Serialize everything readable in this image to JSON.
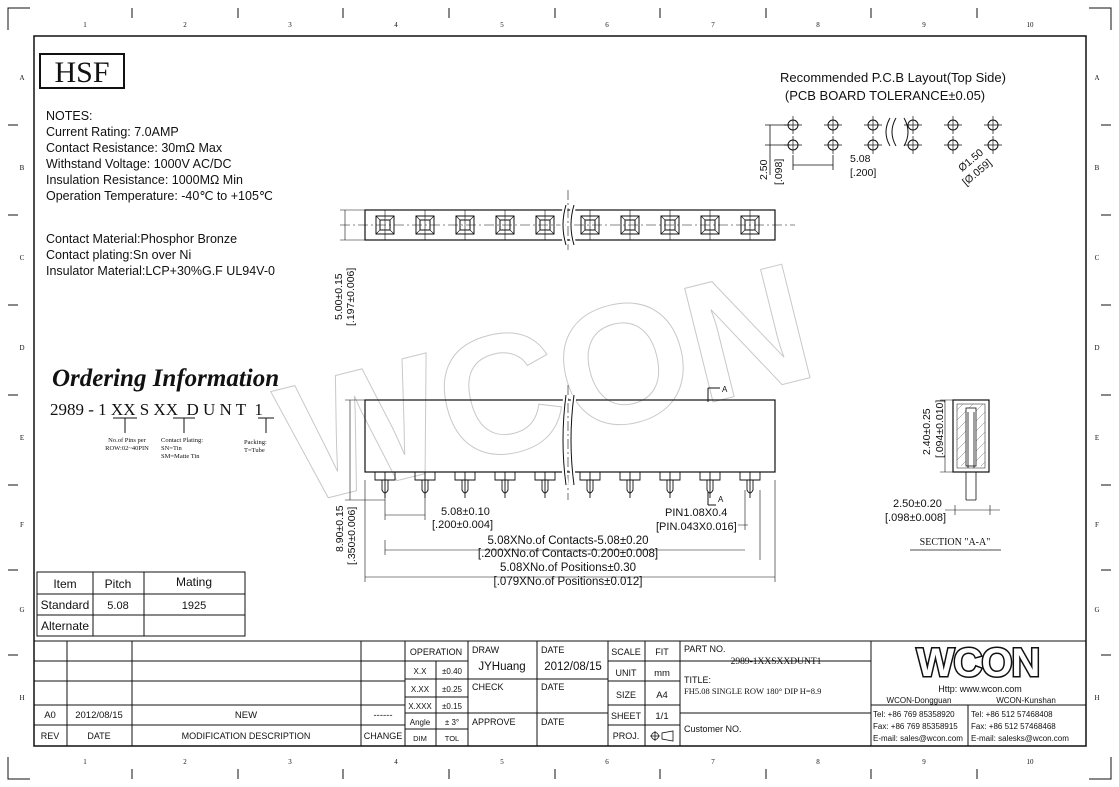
{
  "logo_text": "HSF",
  "notes": {
    "heading": "NOTES:",
    "lines": [
      "Current Rating: 7.0AMP",
      "Contact Resistance: 30mΩ Max",
      "Withstand Voltage: 1000V AC/DC",
      "Insulation Resistance: 1000MΩ Min",
      "Operation Temperature: -40℃ to +105℃"
    ],
    "material_lines": [
      "Contact Material:Phosphor Bronze",
      "Contact plating:Sn over Ni",
      "Insulator Material:LCP+30%G.F UL94V-0"
    ]
  },
  "pcb": {
    "title": "Recommended P.C.B Layout(Top Side)",
    "subtitle": "(PCB BOARD TOLERANCE±0.05)",
    "dim_pitch": "5.08",
    "dim_pitch_in": "[.200]",
    "dim_row": "2.50",
    "dim_row_in": "[.098]",
    "dim_hole": "Ø1.50",
    "dim_hole_in": "[Ø.059]"
  },
  "top_view": {
    "dim_width": "5.00±0.15",
    "dim_width_in": "[.197±0.006]"
  },
  "ordering": {
    "title": "Ordering Information",
    "code": "2989 - 1 XX S XX  D U N T  1",
    "pins_note_1": "No.of Pins per",
    "pins_note_2": "ROW:02~40PIN",
    "plating_note_1": "Contact Plating:",
    "plating_note_2": "SN=Tin",
    "plating_note_3": "SM=Matte Tin",
    "packing_note_1": "Packing:",
    "packing_note_2": "T=Tube"
  },
  "front_view": {
    "section_mark": "A",
    "dim_height": "8.90±0.15",
    "dim_height_in": "[.350±0.006]",
    "dim_pitch": "5.08±0.10",
    "dim_pitch_in": "[.200±0.004]",
    "dim_pin": "PIN1.08X0.4",
    "dim_pin_in": "[PIN.043X0.016]",
    "dim_contacts": "5.08XNo.of Contacts-5.08±0.20",
    "dim_contacts_in": "[.200XNo.of Contacts-0.200±0.008]",
    "dim_positions": "5.08XNo.of Positions±0.30",
    "dim_positions_in": "[.079XNo.of Positions±0.012]"
  },
  "section": {
    "dim_height": "2.40±0.25",
    "dim_height_in": "[.094±0.010]",
    "dim_width": "2.50±0.20",
    "dim_width_in": "[.098±0.008]",
    "label": "SECTION \"A-A\""
  },
  "pitch_table": {
    "headers": [
      "Item",
      "Pitch",
      "Mating"
    ],
    "rows": [
      [
        "Standard",
        "5.08",
        "1925"
      ],
      [
        "Alternate",
        "",
        ""
      ]
    ]
  },
  "title_block": {
    "rev_row": [
      "A0",
      "2012/08/15",
      "NEW",
      "------"
    ],
    "rev_header": [
      "REV",
      "DATE",
      "MODIFICATION DESCRIPTION",
      "CHANGE"
    ],
    "operation": "OPERATION",
    "tol_rows": [
      [
        "X.X",
        "±0.40"
      ],
      [
        "X.XX",
        "±0.25"
      ],
      [
        "X.XXX",
        "±0.15"
      ],
      [
        "Angle",
        "± 3°"
      ]
    ],
    "dim_label": "DIM",
    "tol_label": "TOL",
    "draw": "DRAW",
    "drawer": "JYHuang",
    "date_label": "DATE",
    "draw_date": "2012/08/15",
    "check": "CHECK",
    "approve": "APPROVE",
    "scale": "SCALE",
    "fit": "FIT",
    "unit": "UNIT",
    "unit_val": "mm",
    "size": "SIZE",
    "size_val": "A4",
    "sheet": "SHEET",
    "sheet_val": "1/1",
    "proj": "PROJ.",
    "part_no_label": "PART NO.",
    "part_no": "2989-1XXSXXDUNT1",
    "title_label": "TITLE:",
    "title": "FH5.08 SINGLE ROW 180° DIP H=8.9",
    "customer_no": "Customer NO."
  },
  "company": {
    "logo": "WCON",
    "website": "Http: www.wcon.com",
    "dongguan": [
      "WCON-Dongguan",
      "Tel: +86 769 85358920",
      "Fax: +86 769 85358915",
      "E-mail: sales@wcon.com"
    ],
    "kunshan": [
      "WCON-Kunshan",
      "Tel: +86 512 57468408",
      "Fax: +86 512 57468468",
      "E-mail: salesks@wcon.com"
    ]
  },
  "frame": {
    "col_numbers": [
      "1",
      "2",
      "3",
      "4",
      "5",
      "6",
      "7",
      "8",
      "9",
      "10"
    ],
    "row_letters": [
      "A",
      "B",
      "C",
      "D",
      "E",
      "F",
      "G",
      "H"
    ]
  },
  "watermark": "WCON"
}
